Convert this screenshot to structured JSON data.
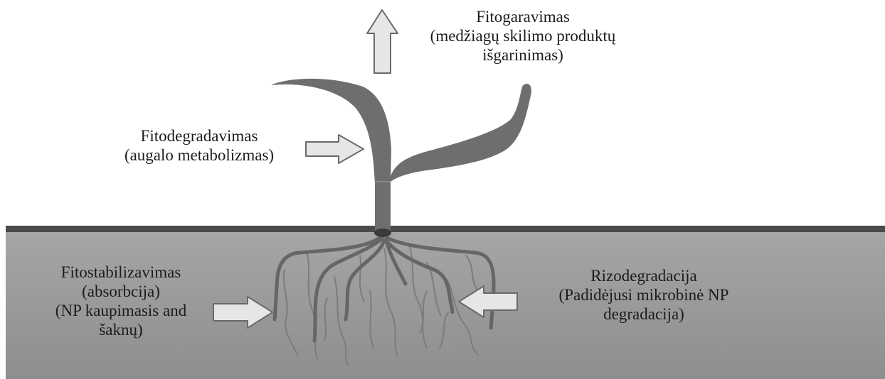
{
  "labels": {
    "phytovolatilization": {
      "title": "Fitogaravimas",
      "line2": "(medžiagų skilimo produktų",
      "line3": "išgarinimas)"
    },
    "phytodegradation": {
      "title": "Fitodegradavimas",
      "line2": "(augalo metabolizmas)"
    },
    "phytostabilization": {
      "title": "Fitostabilizavimas",
      "line2": "(absorbcija)",
      "line3": "(NP kaupimasis and",
      "line4": "šaknų)"
    },
    "rhizodegradation": {
      "title": "Rizodegradacija",
      "line2": "(Padidėjusi mikrobinė NP",
      "line3": "degradacija)"
    }
  },
  "colors": {
    "soil": "#9c9c9c",
    "ground_line": "#4a4a4a",
    "plant": "#6e6e6e",
    "arrow_fill": "#e6e6e6",
    "arrow_stroke": "#6a6a6a"
  }
}
